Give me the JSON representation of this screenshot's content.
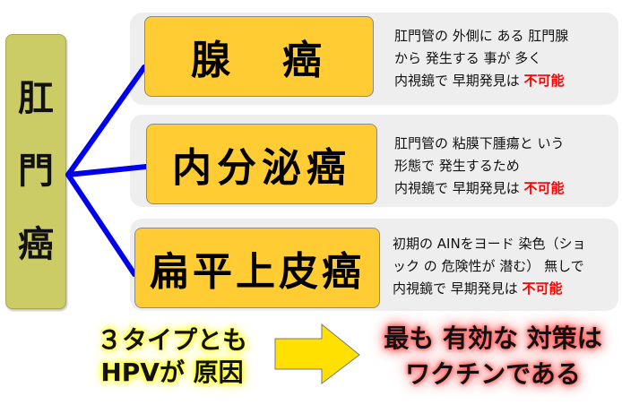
{
  "root": {
    "label_chars": [
      "肛",
      "門",
      "癌"
    ],
    "color": "#cccc66"
  },
  "connector_color": "#0000ee",
  "types": [
    {
      "name_parts": [
        "腺",
        "癌"
      ],
      "description_lines": [
        "肛門管の 外側に ある 肛門腺",
        "から 発生する 事が 多く"
      ],
      "last_line_prefix": "内視鏡で 早期発見は ",
      "last_line_emphasis": "不可能"
    },
    {
      "name": "内分泌癌",
      "description_lines": [
        "肛門管の 粘膜下腫瘍と いう",
        "形態で 発生するため"
      ],
      "last_line_prefix": "内視鏡で 早期発見は ",
      "last_line_emphasis": "不可能"
    },
    {
      "name": "扁平上皮癌",
      "description_lines": [
        "初期の AINをヨード 染色（ショ",
        "ック の 危険性が 潜む） 無しで"
      ],
      "last_line_prefix": "内視鏡で 早期発見は ",
      "last_line_emphasis": "不可能"
    }
  ],
  "box_color": "#ffcc33",
  "emphasis_color": "#ff0000",
  "cause": {
    "line1": "３タイプとも",
    "line2": "HPVが 原因"
  },
  "arrow_color": "#ffe000",
  "conclusion": {
    "line1": "最も 有効な 対策は",
    "line2": "ワクチンである"
  }
}
